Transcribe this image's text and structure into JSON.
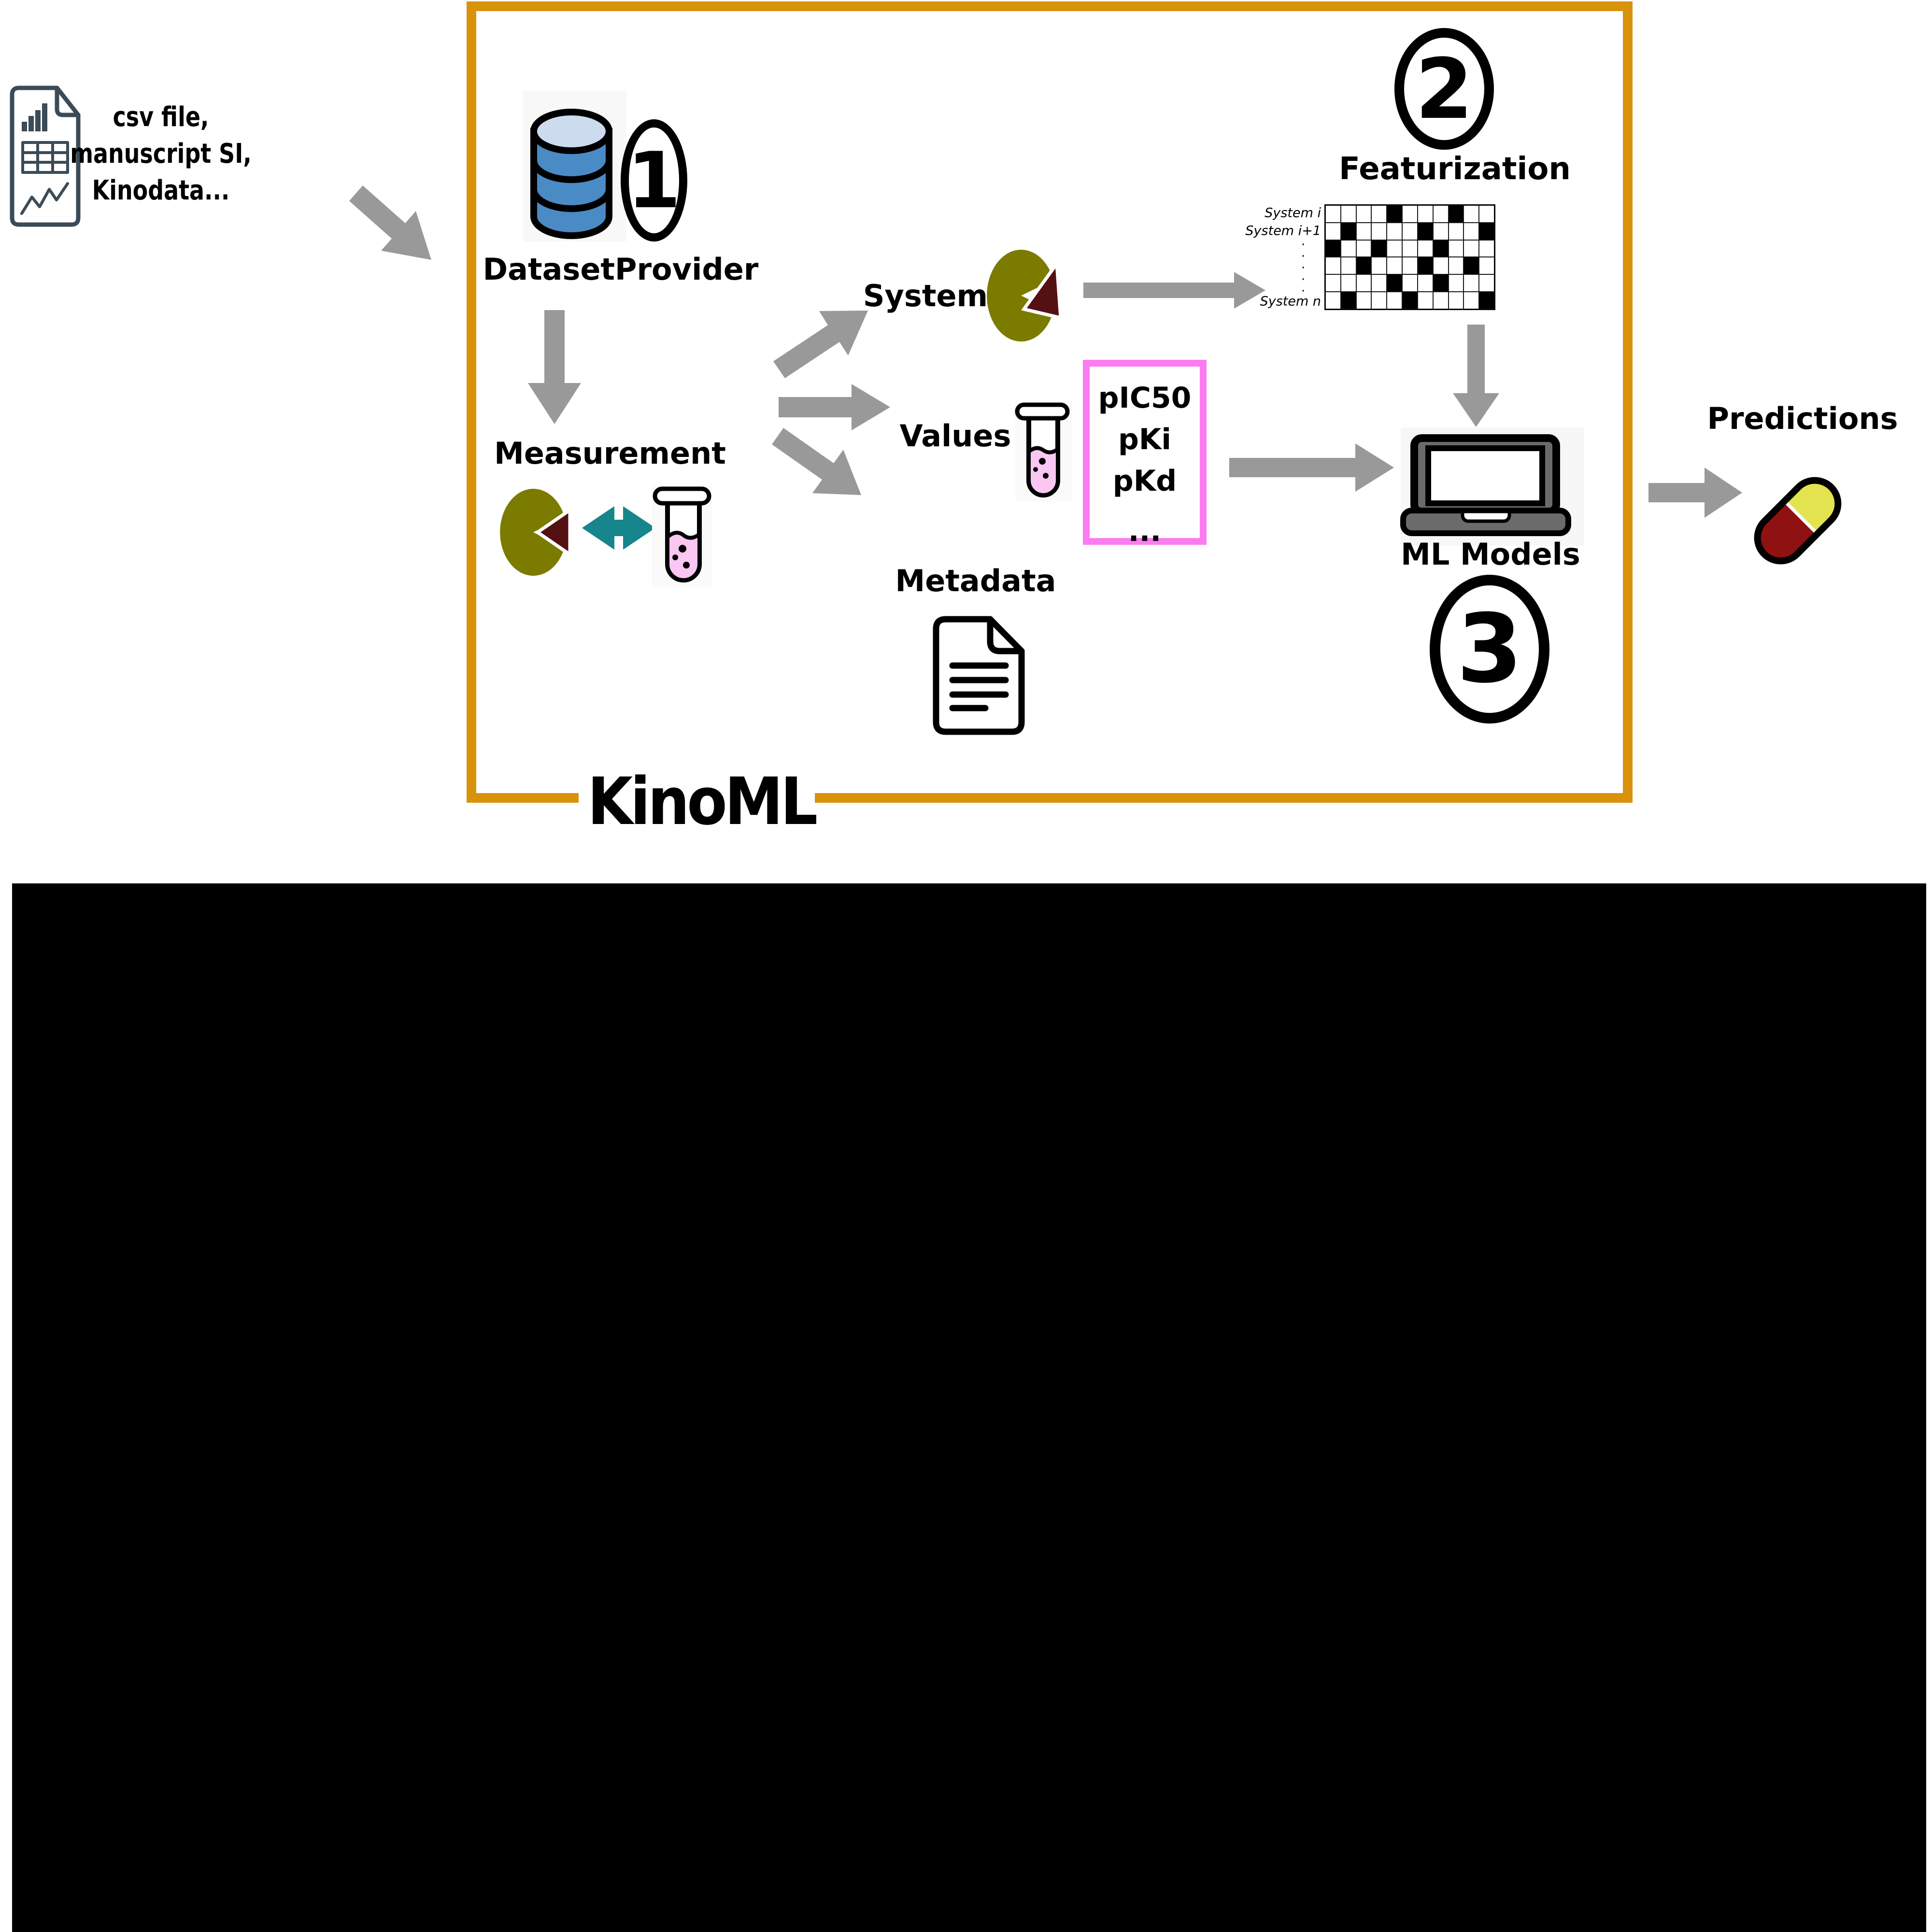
{
  "diagram": {
    "input": {
      "icon": "csv-spreadsheet-file-icon",
      "lines": [
        "csv file,",
        "manuscript SI,",
        "Kinodata..."
      ]
    },
    "kinoml": {
      "title": "KinoML"
    },
    "step1": {
      "number": "1",
      "label": "DatasetProvider",
      "icon": "database-icon"
    },
    "measurement": {
      "label": "Measurement",
      "icons": [
        "pie-chart-icon",
        "double-arrow-icon",
        "test-tube-icon"
      ]
    },
    "branches": {
      "system": "System",
      "values": "Values",
      "metadata": "Metadata"
    },
    "step2": {
      "number": "2",
      "label": "Featurization"
    },
    "matrix": {
      "row_labels": [
        "System i",
        "System i+1",
        "System n"
      ],
      "dot_glyph": "·",
      "dots_count": 5,
      "columns": 11,
      "pattern": [
        [
          0,
          0,
          0,
          0,
          1,
          0,
          0,
          0,
          1,
          0,
          0
        ],
        [
          0,
          1,
          0,
          0,
          0,
          0,
          1,
          0,
          0,
          0,
          1
        ],
        [
          1,
          0,
          0,
          1,
          0,
          0,
          0,
          1,
          0,
          0,
          0
        ],
        [
          0,
          0,
          1,
          0,
          0,
          0,
          1,
          0,
          0,
          1,
          0
        ],
        [
          0,
          0,
          0,
          0,
          1,
          0,
          0,
          1,
          0,
          0,
          0
        ],
        [
          0,
          1,
          0,
          0,
          0,
          1,
          0,
          0,
          0,
          0,
          1
        ]
      ]
    },
    "values_box": {
      "items": [
        "pIC50",
        "pKi",
        "pKd",
        "..."
      ]
    },
    "step3": {
      "number": "3",
      "label": "ML Models",
      "icon": "laptop-icon"
    },
    "output": {
      "label": "Predictions",
      "icon": "pill-capsule-icon"
    },
    "colors": {
      "box_border_orange": "#D8920B",
      "arrow_gray": "#999999",
      "teal_arrow": "#17868C",
      "pie_olive": "#7B7B00",
      "pie_maroon": "#551013",
      "tube_liquid_pink": "#F9C7F2",
      "values_box_pink": "#FB7BF0",
      "database_blue": "#4A8AC5",
      "database_blue_light": "#CCDCEE",
      "pill_yellow": "#E3E34F",
      "pill_red": "#8F1111",
      "laptop_gray": "#6B6B6B",
      "file_icon_slate": "#3B4B57"
    }
  }
}
